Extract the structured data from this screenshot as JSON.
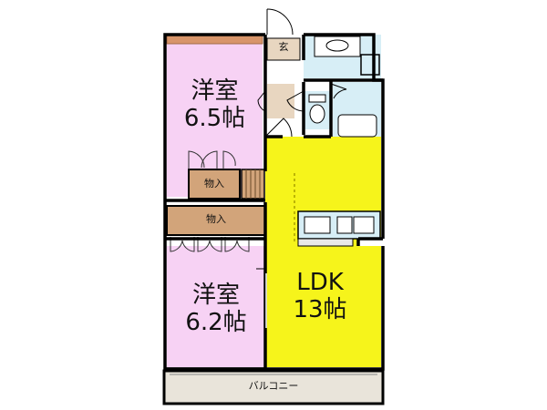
{
  "rooms": {
    "western_room_upper": {
      "name": "洋室",
      "size": "6.5帖"
    },
    "western_room_lower": {
      "name": "洋室",
      "size": "6.2帖"
    },
    "ldk": {
      "name": "LDK",
      "size": "13帖"
    }
  },
  "storage_upper": "物入",
  "storage_lower": "物入",
  "entrance": "玄",
  "balcony": "バルコニー",
  "colors": {
    "western_room": "#f7d2f4",
    "ldk": "#f6f41b",
    "wet_area": "#d7eef6",
    "storage": "#d2a47a",
    "entrance": "#e8d6c0",
    "balcony": "#e9e4da",
    "wall": "#000000"
  }
}
